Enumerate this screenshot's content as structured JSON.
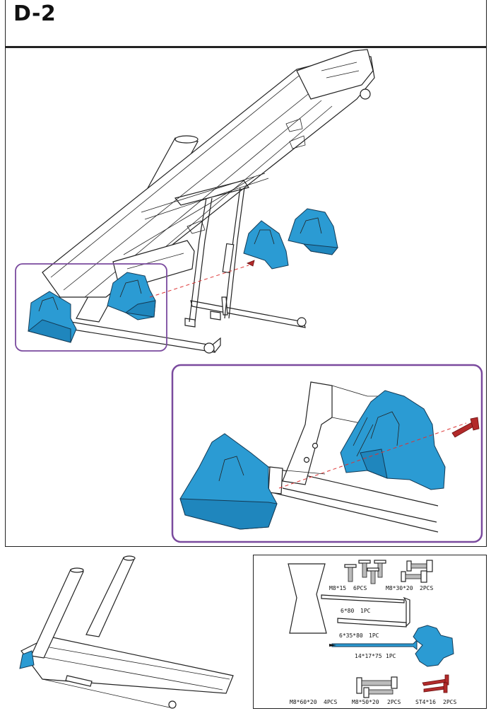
{
  "step": {
    "label": "D-2"
  },
  "colors": {
    "part_blue": "#2b9bd3",
    "highlight_purple": "#7a4a9e",
    "screw_red": "#b22a2a",
    "line": "#222222"
  },
  "parts": [
    {
      "name": "M8*15",
      "qty": "6PCS"
    },
    {
      "name": "M8*30*20",
      "qty": "2PCS"
    },
    {
      "name": "6*80",
      "qty": "1PC"
    },
    {
      "name": "6*35*80",
      "qty": "1PC"
    },
    {
      "name": "14*17*75",
      "qty": "1PC"
    },
    {
      "name": "M8*60*20",
      "qty": "4PCS"
    },
    {
      "name": "M8*50*20",
      "qty": "2PCS"
    },
    {
      "name": "ST4*16",
      "qty": "2PCS"
    }
  ]
}
